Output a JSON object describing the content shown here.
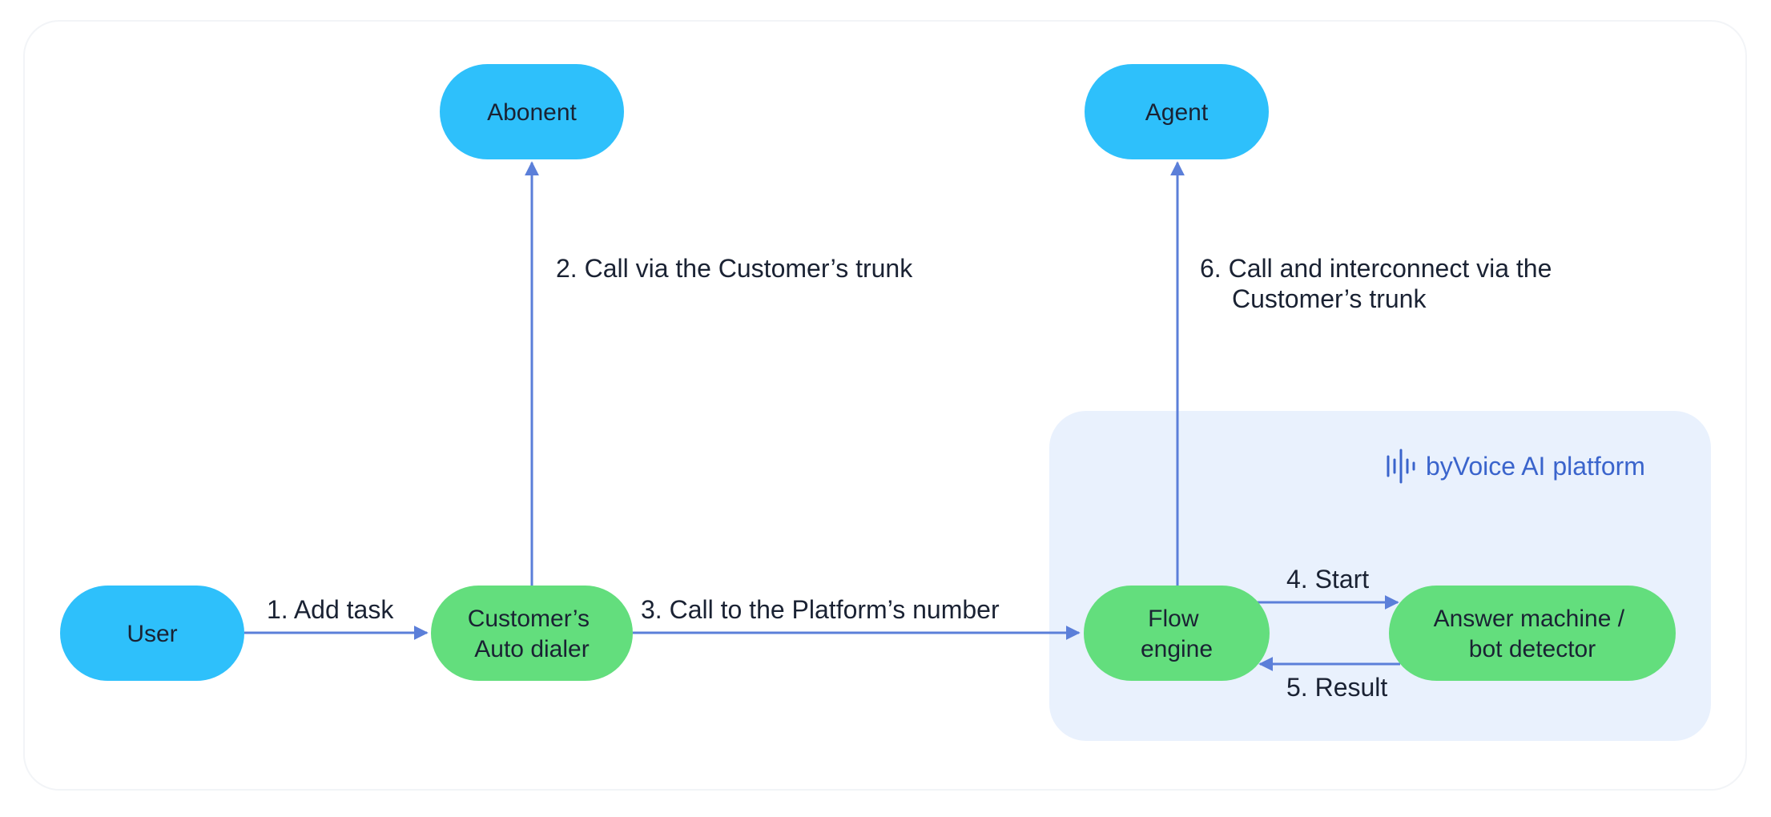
{
  "diagram": {
    "colors": {
      "actor": "#2ec0fb",
      "process": "#63de7d",
      "edge": "#5b7fd9",
      "platform_bg": "#e9f1fd",
      "platform_text": "#3a64cc",
      "text": "#1a2233"
    },
    "platform": {
      "label": "byVoice AI platform",
      "icon": "waveform-icon"
    },
    "nodes": {
      "user": {
        "lines": [
          "User"
        ]
      },
      "abonent": {
        "lines": [
          "Abonent"
        ]
      },
      "agent": {
        "lines": [
          "Agent"
        ]
      },
      "auto_dialer": {
        "lines": [
          "Customer’s",
          "Auto dialer"
        ]
      },
      "flow_engine": {
        "lines": [
          "Flow",
          "engine"
        ]
      },
      "detector": {
        "lines": [
          "Answer machine /",
          "bot detector"
        ]
      }
    },
    "edges": {
      "add_task": {
        "from": "User",
        "to": "Customer’s Auto dialer",
        "lines": [
          "1. Add task"
        ]
      },
      "call_trunk": {
        "from": "Customer’s Auto dialer",
        "to": "Abonent",
        "lines": [
          "2. Call via the Customer’s trunk"
        ]
      },
      "call_platform": {
        "from": "Customer’s Auto dialer",
        "to": "Flow engine",
        "lines": [
          "3. Call to the Platform’s number"
        ]
      },
      "start": {
        "from": "Flow engine",
        "to": "Answer machine / bot detector",
        "lines": [
          "4. Start"
        ]
      },
      "result": {
        "from": "Answer machine / bot detector",
        "to": "Flow engine",
        "lines": [
          "5. Result"
        ]
      },
      "interconnect": {
        "from": "Flow engine",
        "to": "Agent",
        "lines": [
          "6. Call and interconnect via the",
          "Customer’s trunk"
        ]
      }
    }
  }
}
